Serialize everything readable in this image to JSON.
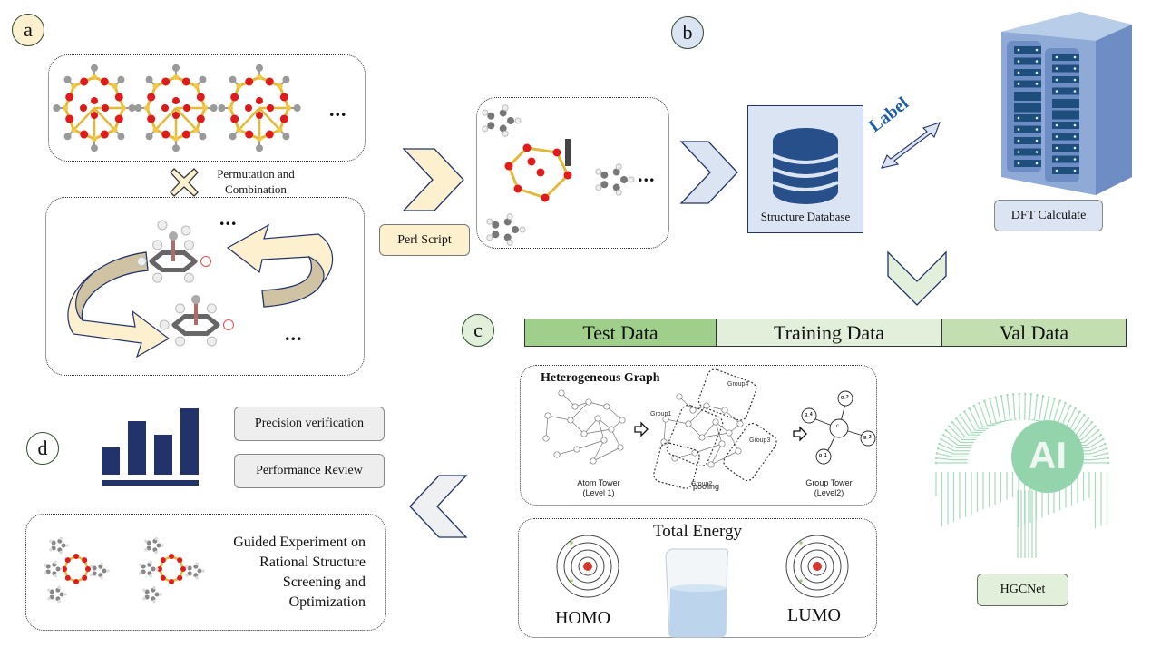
{
  "panels": {
    "a": "a",
    "b": "b",
    "c": "c",
    "d": "d"
  },
  "panel_a": {
    "cage_ellipsis": "...",
    "operator_label_line1": "Permutation and",
    "operator_label_line2": "Combination",
    "ligand_ellipsis_top": "...",
    "ligand_ellipsis_bottom": "..."
  },
  "process": {
    "perl_script_label": "Perl Script",
    "product_ellipsis": "..."
  },
  "panel_b": {
    "database_label": "Structure Database",
    "label_arrow_text": "Label",
    "dft_label": "DFT Calculate"
  },
  "panel_c": {
    "data_split": [
      {
        "label": "Test Data",
        "color": "#9fcf8a"
      },
      {
        "label": "Training Data",
        "color": "#e2efdb"
      },
      {
        "label": "Val Data",
        "color": "#c3dfb2"
      }
    ],
    "graph_title": "Heterogeneous Graph",
    "atom_tower_line1": "Atom Tower",
    "atom_tower_line2": "(Level 1)",
    "pooling_label": "pooling",
    "group_tower_line1": "Group Tower",
    "group_tower_line2": "(Level2)",
    "groups": [
      "Group1",
      "Group2",
      "Group3",
      "Group4"
    ],
    "group_nodes": [
      "g_1",
      "g_2",
      "g_3",
      "g_4"
    ],
    "center_node": "c",
    "total_energy_label": "Total Energy",
    "homo_label": "HOMO",
    "lumo_label": "LUMO",
    "ai_badge": "AI",
    "model_label": "HGCNet"
  },
  "panel_d": {
    "precision_label": "Precision verification",
    "performance_label": "Performance Review",
    "guided_line1": "Guided Experiment on",
    "guided_line2": "Rational Structure",
    "guided_line3": "Screening and",
    "guided_line4": "Optimization"
  },
  "colors": {
    "navy": "#22336b",
    "db_blue": "#274f8a",
    "light_blue": "#dbe4f3",
    "cream": "#fdf0cf",
    "green_light": "#e2efdb",
    "ai_green": "#93d4ad",
    "server_blue": "#7b98cc"
  }
}
